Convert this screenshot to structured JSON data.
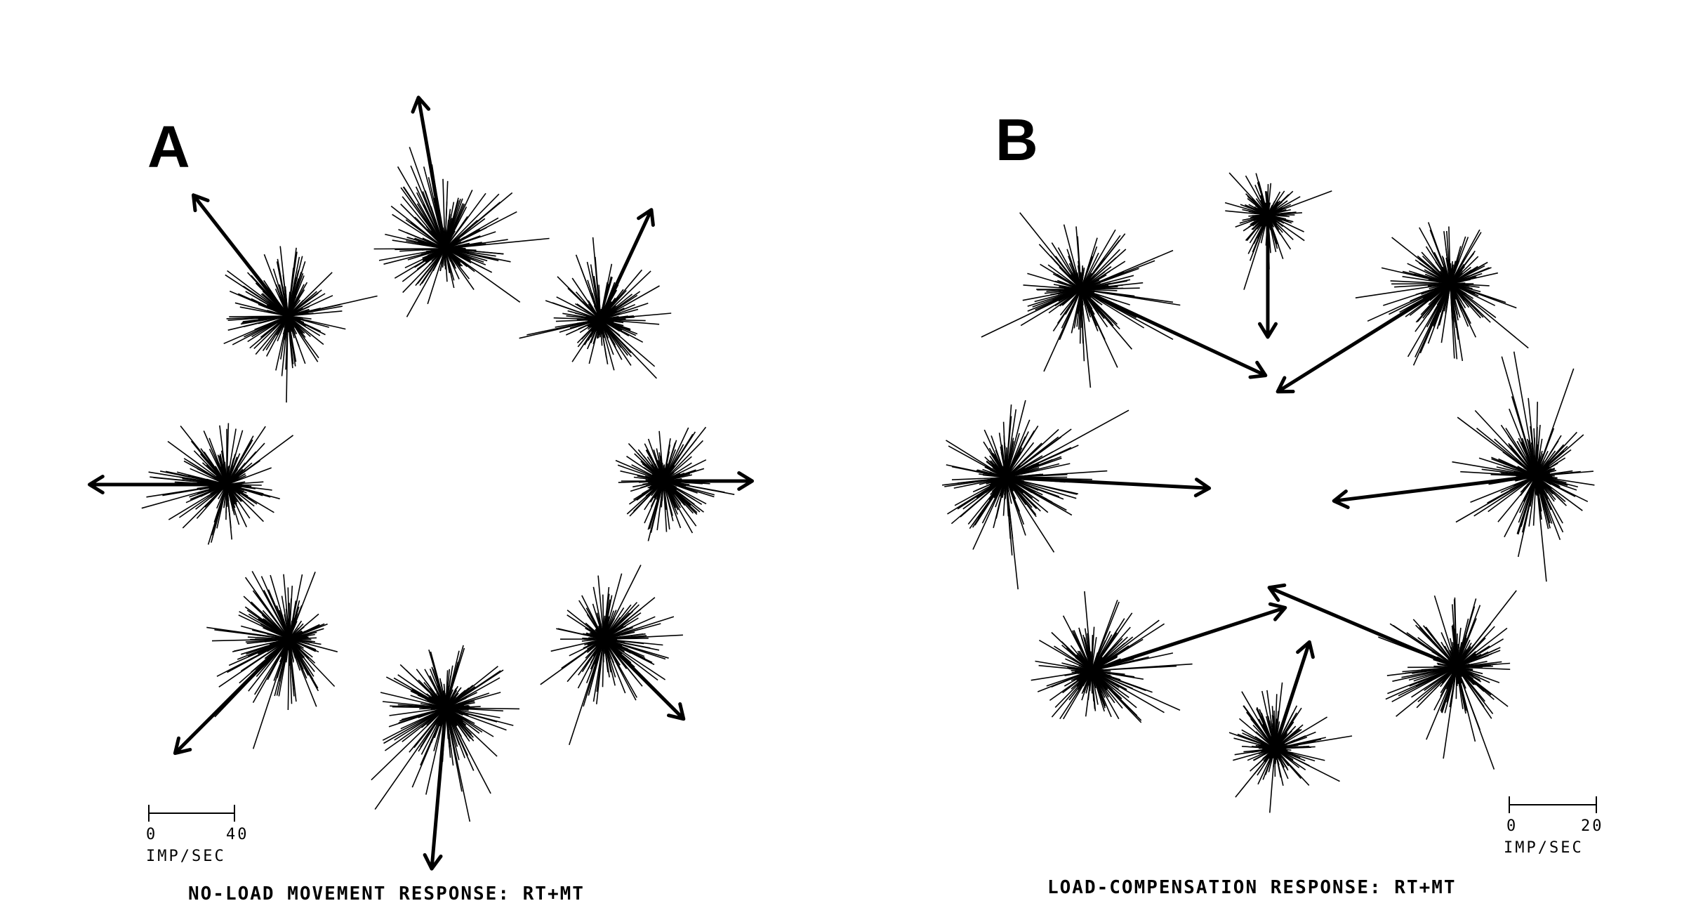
{
  "panels": [
    {
      "id": "A",
      "letter": "A",
      "caption": "NO-LOAD MOVEMENT RESPONSE: RT+MT",
      "scale": {
        "min_label": "0",
        "max_label": "40",
        "unit_label": "IMP/SEC"
      },
      "clusters": [
        {
          "direction": "up",
          "arrow_angle_deg": 100,
          "arrow_magnitude": 0.95,
          "spread": 0.85
        },
        {
          "direction": "up-right",
          "arrow_angle_deg": 65,
          "arrow_magnitude": 0.75,
          "spread": 0.7
        },
        {
          "direction": "right",
          "arrow_angle_deg": 0,
          "arrow_magnitude": 0.55,
          "spread": 0.7
        },
        {
          "direction": "down-right",
          "arrow_angle_deg": -45,
          "arrow_magnitude": 0.7,
          "spread": 0.75
        },
        {
          "direction": "down",
          "arrow_angle_deg": -95,
          "arrow_magnitude": 1.0,
          "spread": 0.9
        },
        {
          "direction": "down-left",
          "arrow_angle_deg": -135,
          "arrow_magnitude": 1.0,
          "spread": 0.9
        },
        {
          "direction": "left",
          "arrow_angle_deg": 180,
          "arrow_magnitude": 0.85,
          "spread": 0.75
        },
        {
          "direction": "up-left",
          "arrow_angle_deg": 128,
          "arrow_magnitude": 0.95,
          "spread": 0.8
        }
      ]
    },
    {
      "id": "B",
      "letter": "B",
      "caption": "LOAD-COMPENSATION RESPONSE: RT+MT",
      "scale": {
        "min_label": "0",
        "max_label": "20",
        "unit_label": "IMP/SEC"
      },
      "clusters": [
        {
          "direction": "up",
          "arrow_angle_deg": -90,
          "arrow_magnitude": 0.6,
          "spread": 0.5
        },
        {
          "direction": "up-right",
          "arrow_angle_deg": -148,
          "arrow_magnitude": 1.0,
          "spread": 0.85
        },
        {
          "direction": "right",
          "arrow_angle_deg": 187,
          "arrow_magnitude": 1.0,
          "spread": 0.9
        },
        {
          "direction": "down-right",
          "arrow_angle_deg": 157,
          "arrow_magnitude": 1.0,
          "spread": 0.9
        },
        {
          "direction": "down",
          "arrow_angle_deg": 72,
          "arrow_magnitude": 0.55,
          "spread": 0.55
        },
        {
          "direction": "down-left",
          "arrow_angle_deg": 18,
          "arrow_magnitude": 1.0,
          "spread": 0.8
        },
        {
          "direction": "left",
          "arrow_angle_deg": -3,
          "arrow_magnitude": 1.0,
          "spread": 0.95
        },
        {
          "direction": "up-left",
          "arrow_angle_deg": -25,
          "arrow_magnitude": 1.0,
          "spread": 0.85
        }
      ]
    }
  ]
}
